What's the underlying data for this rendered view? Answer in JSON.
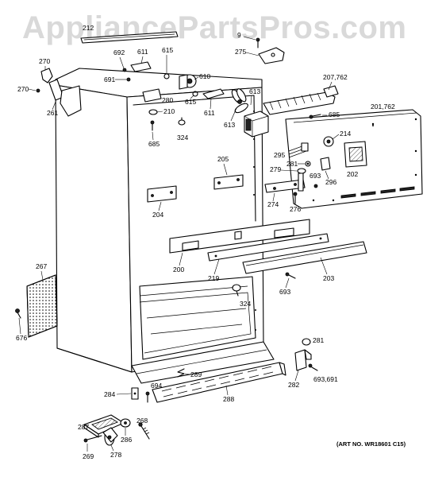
{
  "watermark": "AppliancePartsPros.com",
  "art_number": "(ART NO. WR18601 C15)",
  "labels": {
    "p212": "212",
    "p9": "9",
    "p275": "275",
    "p692": "692",
    "p611a": "611",
    "p615a": "615",
    "p270a": "270",
    "p270b": "270",
    "p691": "691",
    "p610": "610",
    "p207": "207,762",
    "p613a": "613",
    "p261": "261",
    "p280": "280",
    "p615b": "615",
    "p611b": "611",
    "p613b": "613",
    "p210": "210",
    "p685a": "685",
    "p201": "201,762",
    "p685b": "685",
    "p324a": "324",
    "p214": "214",
    "p295": "295",
    "p281a": "281",
    "p205": "205",
    "p279": "279",
    "p693a": "693",
    "p202": "202",
    "p296": "296",
    "p274": "274",
    "p276": "276",
    "p204": "204",
    "p267": "267",
    "p200": "200",
    "p219": "219",
    "p203": "203",
    "p693b": "693",
    "p324b": "324",
    "p676": "676",
    "p281b": "281",
    "p289": "289",
    "p694": "694",
    "p282": "282",
    "p693c": "693,691",
    "p284": "284",
    "p288": "288",
    "p287": "287",
    "p268": "268",
    "p286": "286",
    "p269": "269",
    "p278": "278"
  }
}
